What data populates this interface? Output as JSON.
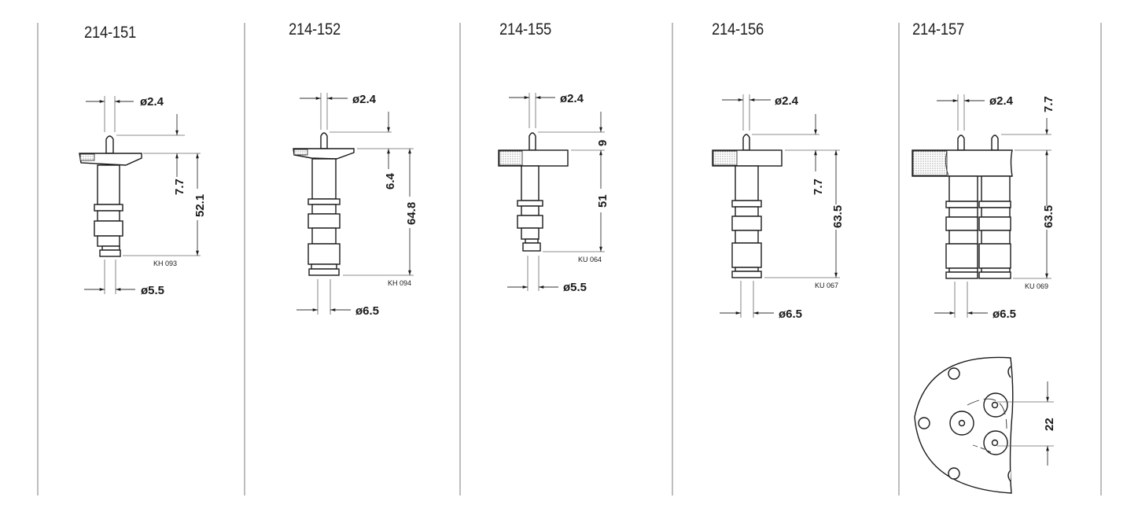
{
  "page": {
    "background": "#ffffff",
    "divider_color": "#bdbdbd",
    "line_color": "#1a1a1a"
  },
  "columns": [
    {
      "id": "214-151",
      "title": "214-151",
      "pin_diameter": "ø2.4",
      "top_dim": "7.7",
      "total_length": "52.1",
      "body_diameter": "ø5.5",
      "drawing_code": "KH 093"
    },
    {
      "id": "214-152",
      "title": "214-152",
      "pin_diameter": "ø2.4",
      "top_dim": "6.4",
      "total_length": "64.8",
      "body_diameter": "ø6.5",
      "drawing_code": "KH 094"
    },
    {
      "id": "214-155",
      "title": "214-155",
      "pin_diameter": "ø2.4",
      "top_dim": "9",
      "total_length": "51",
      "body_diameter": "ø5.5",
      "drawing_code": "KU 064"
    },
    {
      "id": "214-156",
      "title": "214-156",
      "pin_diameter": "ø2.4",
      "top_dim": "7.7",
      "total_length": "63.5",
      "body_diameter": "ø6.5",
      "drawing_code": "KU 067"
    },
    {
      "id": "214-157",
      "title": "214-157",
      "pin_diameter": "ø2.4",
      "top_dim": "7.7",
      "total_length": "63.5",
      "body_diameter": "ø6.5",
      "drawing_code": "KU 069",
      "plan_view": {
        "spacing_dim": "22"
      }
    }
  ]
}
